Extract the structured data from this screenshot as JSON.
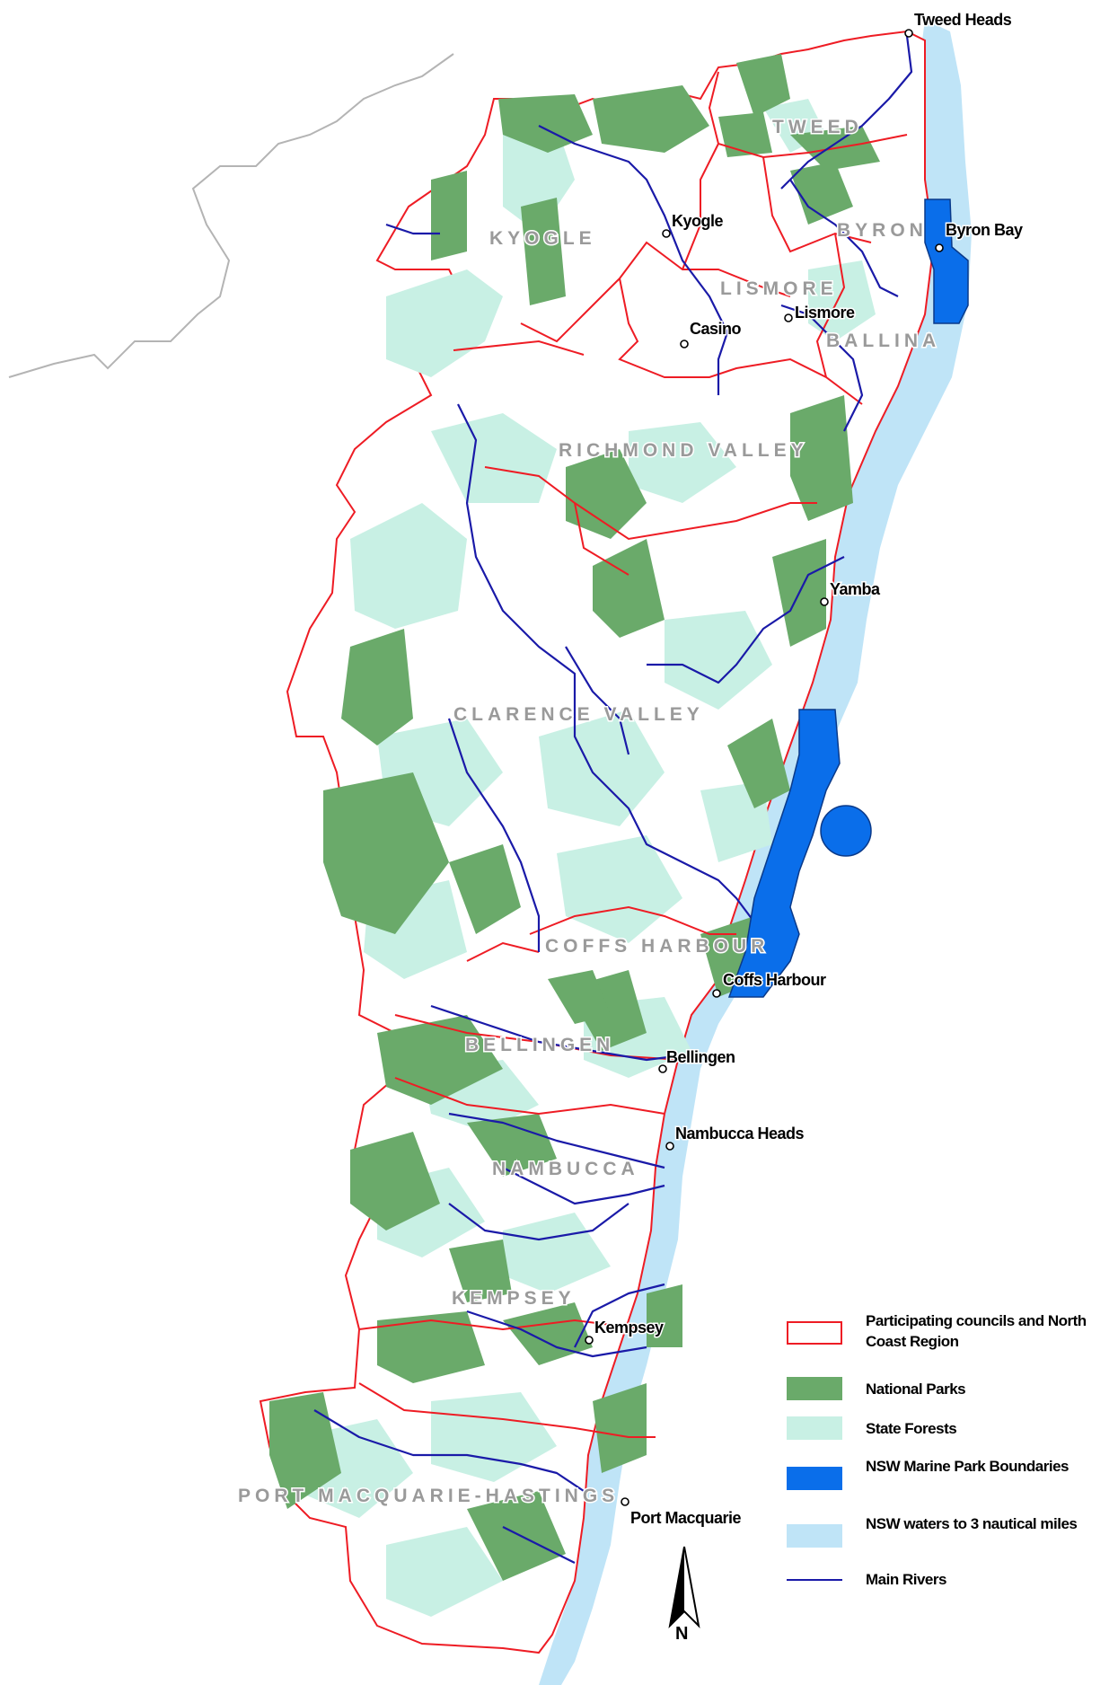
{
  "map": {
    "lga_labels": [
      {
        "name": "TWEED"
      },
      {
        "name": "KYOGLE"
      },
      {
        "name": "BYRON"
      },
      {
        "name": "LISMORE"
      },
      {
        "name": "BALLINA"
      },
      {
        "name": "RICHMOND VALLEY"
      },
      {
        "name": "CLARENCE VALLEY"
      },
      {
        "name": "COFFS HARBOUR"
      },
      {
        "name": "BELLINGEN"
      },
      {
        "name": "NAMBUCCA"
      },
      {
        "name": "KEMPSEY"
      },
      {
        "name": "PORT MACQUARIE-HASTINGS"
      }
    ],
    "towns": [
      {
        "name": "Tweed Heads"
      },
      {
        "name": "Kyogle"
      },
      {
        "name": "Byron Bay"
      },
      {
        "name": "Lismore"
      },
      {
        "name": "Casino"
      },
      {
        "name": "Yamba"
      },
      {
        "name": "Coffs Harbour"
      },
      {
        "name": "Bellingen"
      },
      {
        "name": "Nambucca Heads"
      },
      {
        "name": "Kempsey"
      },
      {
        "name": "Port Macquarie"
      }
    ],
    "north_label": "N",
    "colors": {
      "council_boundary": "#ee1c24",
      "national_parks": "#6aaa6a",
      "state_forests": "#c8f0e4",
      "marine_park": "#0a6eea",
      "nsw_waters": "#bfe4f7",
      "rivers": "#1a1aa8",
      "state_border": "#b4b4b4"
    }
  },
  "legend": {
    "items": [
      {
        "label": "Participating councils and North Coast Region",
        "swatch": "outline"
      },
      {
        "label": "National Parks",
        "swatch": "national_parks"
      },
      {
        "label": "State Forests",
        "swatch": "state_forests"
      },
      {
        "label": "NSW Marine Park Boundaries",
        "swatch": "marine_park"
      },
      {
        "label": "NSW waters to 3 nautical miles",
        "swatch": "nsw_waters"
      },
      {
        "label": "Main Rivers",
        "swatch": "line"
      }
    ]
  }
}
